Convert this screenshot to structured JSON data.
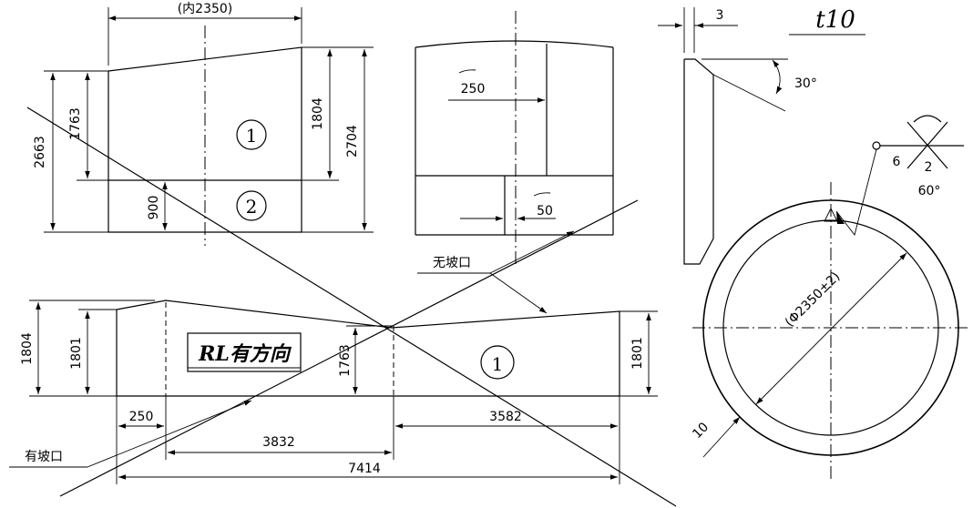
{
  "dims": {
    "inner_width": "(内2350)",
    "h_2663": "2663",
    "h_1763_top": "1763",
    "h_1804_top": "1804",
    "h_2704": "2704",
    "h_900": "900",
    "d_250_top": "250",
    "d_50": "50",
    "d_3": "3",
    "angle_30": "30°",
    "h_1804_bottom": "1804",
    "h_1801_left": "1801",
    "h_1763_bottom": "1763",
    "h_1801_right": "1801",
    "d_250_bottom": "250",
    "d_3832": "3832",
    "d_3582": "3582",
    "d_7414": "7414",
    "diameter": "(Φ2350±2)",
    "thickness_10": "10",
    "weld_6": "6",
    "weld_2": "2",
    "angle_60": "60°"
  },
  "labels": {
    "part1_top": "1",
    "part2": "2",
    "part1_bottom": "1",
    "thickness": "t10",
    "no_bevel": "无坡口",
    "with_bevel": "有坡口",
    "rl_direction": "RL有方向"
  },
  "colors": {
    "line": "#000000",
    "background": "#ffffff"
  }
}
